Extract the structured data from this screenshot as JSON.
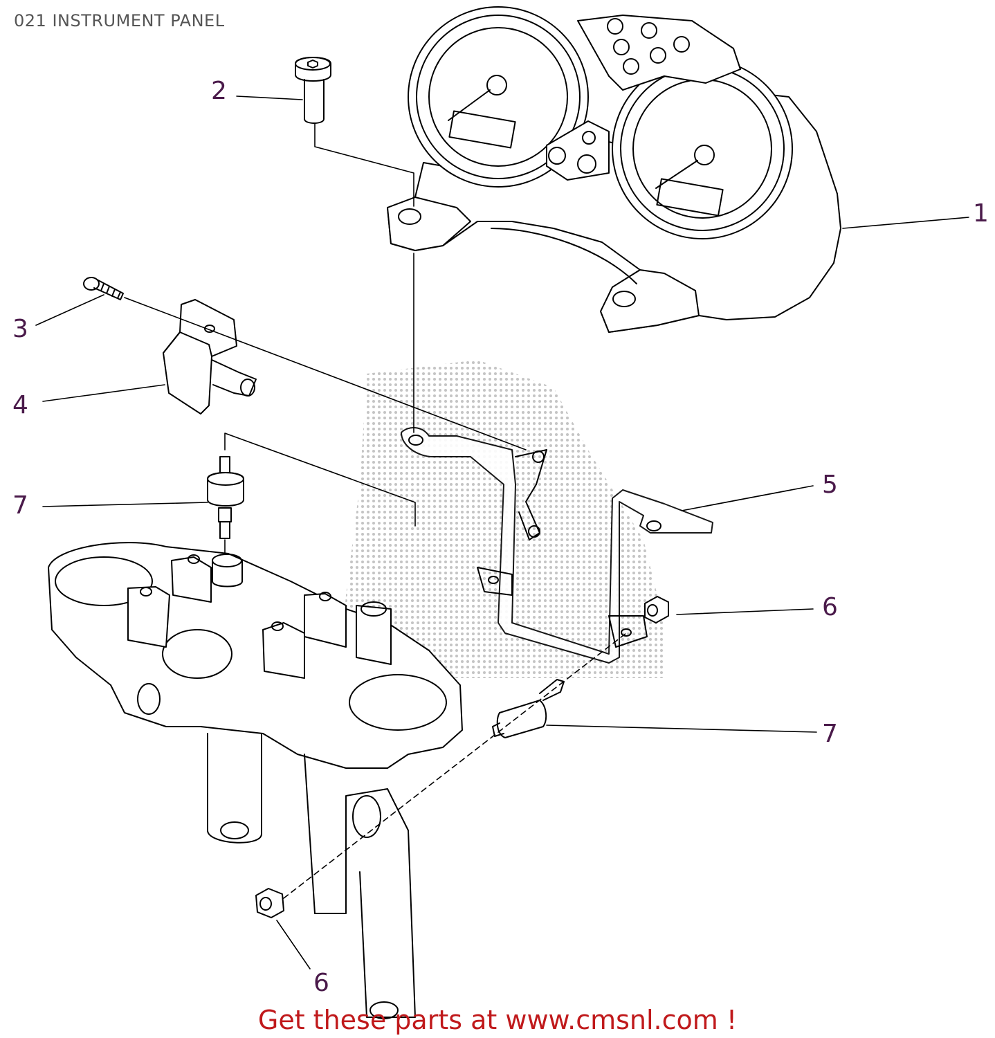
{
  "header": {
    "title": "021 INSTRUMENT PANEL"
  },
  "callouts": {
    "part_1": "1",
    "part_2": "2",
    "part_3": "3",
    "part_4": "4",
    "part_5": "5",
    "part_6_right": "6",
    "part_6_bottom": "6",
    "part_7_left": "7",
    "part_7_right": "7"
  },
  "footer": {
    "text": "Get these parts at www.cmsnl.com !"
  },
  "colors": {
    "callout": "#4a1a4a",
    "footer": "#c0191b",
    "title": "#555555",
    "line": "#000000"
  }
}
